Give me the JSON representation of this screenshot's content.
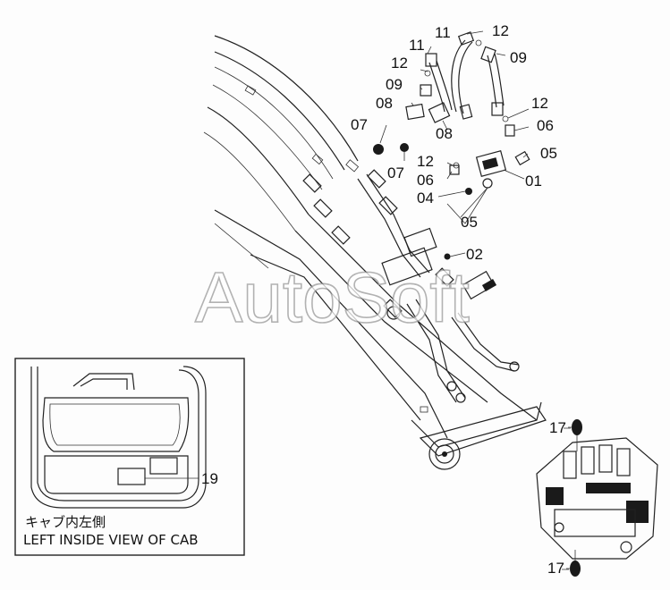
{
  "watermark": "AutoSoft",
  "callouts": [
    {
      "id": "c11a",
      "text": "11"
    },
    {
      "id": "c12a",
      "text": "12"
    },
    {
      "id": "c11b",
      "text": "11"
    },
    {
      "id": "c09a",
      "text": "09"
    },
    {
      "id": "c12b",
      "text": "12"
    },
    {
      "id": "c09b",
      "text": "09"
    },
    {
      "id": "c08a",
      "text": "08"
    },
    {
      "id": "c12c",
      "text": "12"
    },
    {
      "id": "c07a",
      "text": "07"
    },
    {
      "id": "c06a",
      "text": "06"
    },
    {
      "id": "c08b",
      "text": "08"
    },
    {
      "id": "c05a",
      "text": "05"
    },
    {
      "id": "c12d",
      "text": "12"
    },
    {
      "id": "c07b",
      "text": "07"
    },
    {
      "id": "c06b",
      "text": "06"
    },
    {
      "id": "c01",
      "text": "01"
    },
    {
      "id": "c04",
      "text": "04"
    },
    {
      "id": "c05b",
      "text": "05"
    },
    {
      "id": "c02",
      "text": "02"
    },
    {
      "id": "c19",
      "text": "19"
    },
    {
      "id": "c17a",
      "text": "17"
    },
    {
      "id": "c17b",
      "text": "17"
    }
  ],
  "inset": {
    "caption_jp": "キャブ内左側",
    "caption_en": "LEFT INSIDE VIEW OF CAB"
  }
}
